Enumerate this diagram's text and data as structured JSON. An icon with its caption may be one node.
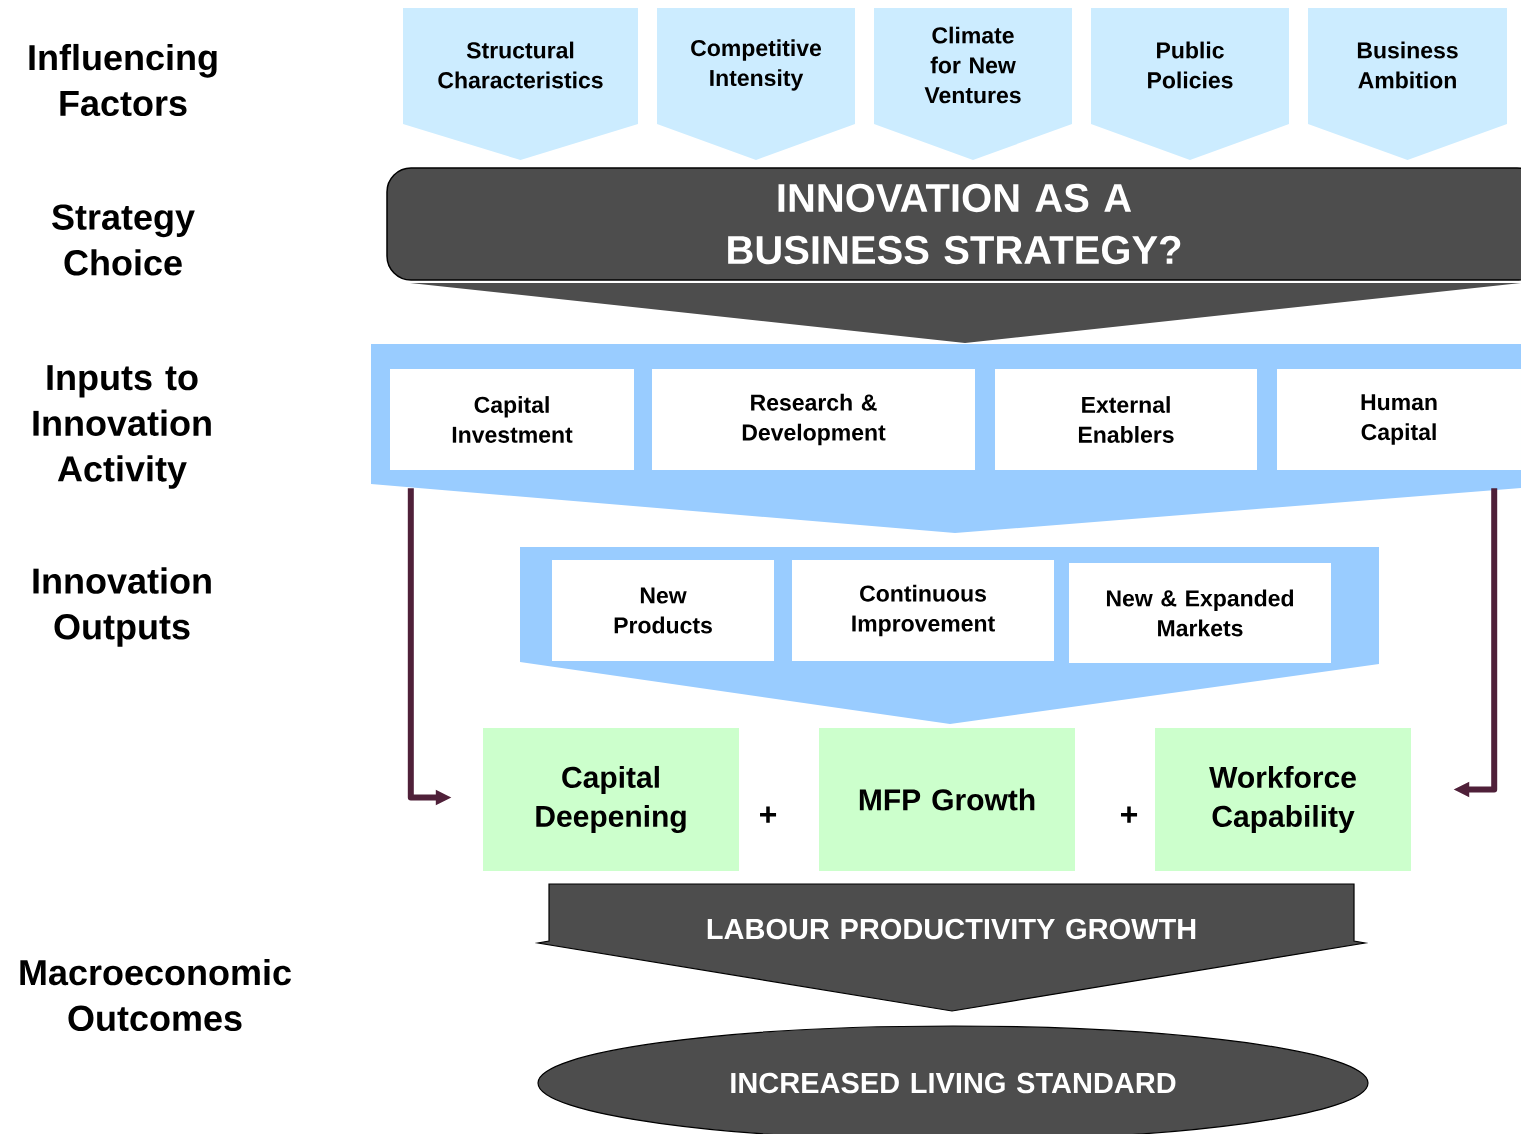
{
  "diagram": {
    "nodes": [
      {
        "text": [
          "Structural Characteristics"
        ]
      },
      {
        "text": [
          "Competitive Intensity"
        ]
      },
      {
        "text": [
          "Climate for New Ventures"
        ]
      },
      {
        "text": [
          "Public Policies"
        ]
      },
      {
        "text": [
          "Business Ambition"
        ]
      },
      {
        "text": [
          "INNOVATION AS A BUSINESS STRATEGY?"
        ]
      },
      {
        "text": [],
        "shape": "band"
      },
      {
        "text": [
          "Capital Investment"
        ],
        "in": 6
      },
      {
        "text": [
          "Research & Development"
        ],
        "in": 6
      },
      {
        "text": [
          "External Enablers"
        ],
        "in": 6
      },
      {
        "text": [
          "Human Capital"
        ],
        "in": 6
      },
      {
        "text": [],
        "shape": "band"
      },
      {
        "text": [
          "New Products"
        ],
        "in": 11
      },
      {
        "text": [
          "Continuous Improvement"
        ],
        "in": 11
      },
      {
        "text": [
          "New & Expanded Markets"
        ],
        "in": 11
      },
      {
        "text": [
          "Capital Deepening"
        ]
      },
      {
        "text": [
          "MFP Growth"
        ]
      },
      {
        "text": [
          "Workforce Capability"
        ]
      },
      {
        "text": [
          "LABOUR PRODUCTIVITY GROWTH"
        ]
      },
      {
        "text": [
          "INCREASED LIVING STANDARD"
        ]
      }
    ],
    "edges": [
      {
        "from": 6,
        "to": 15,
        "arrow": "to"
      },
      {
        "from": 6,
        "to": 17,
        "arrow": "to"
      }
    ],
    "labels": [
      "Influencing Factors",
      "Strategy Choice",
      "Inputs to Innovation Activity",
      "Innovation Outputs",
      "+",
      "+",
      "Macroeconomic Outcomes"
    ]
  }
}
